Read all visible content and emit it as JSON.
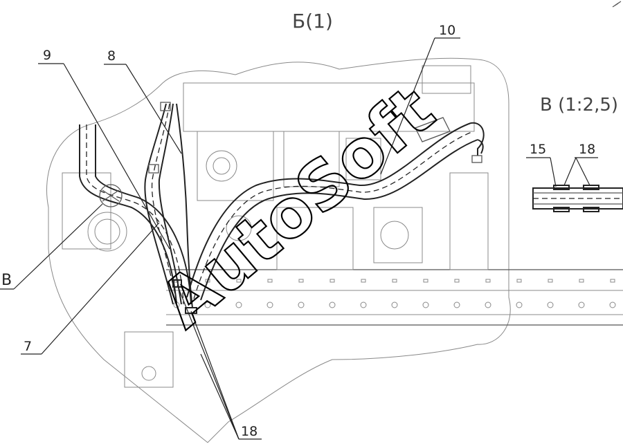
{
  "view_title": "Б(1)",
  "detail_title": "В (1:2,5)",
  "watermark": "AutoSoft",
  "callouts": {
    "c9": "9",
    "c8": "8",
    "c10": "10",
    "c7": "7",
    "cB": "В",
    "c18_bottom": "18",
    "c15_detail": "15",
    "c18_detail": "18"
  }
}
